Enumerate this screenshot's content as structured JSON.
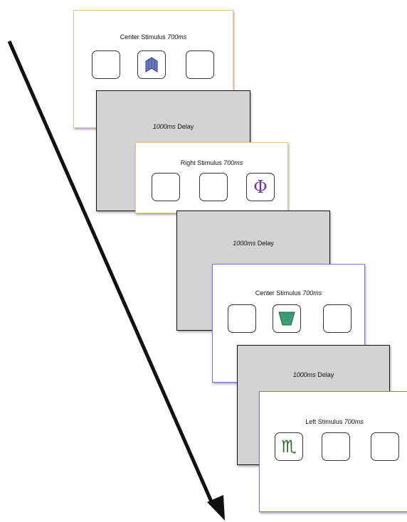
{
  "colors": {
    "orange_frame": "#e8c98a",
    "purple_frame": "#8a70c8",
    "delay_fill": "#d3d3d3",
    "arrow": "#111111",
    "chevron_fill": "#6d7ac2",
    "trapezoid_fill": "#3fa07a",
    "phi_color": "#6b3a9e",
    "scorpio_color": "#2e6b2a"
  },
  "frames": [
    {
      "type": "stimulus",
      "label": "Center Stimulus",
      "timing": "700ms",
      "active_position": "center",
      "symbol_icon": "chevron-shape-icon"
    },
    {
      "type": "delay",
      "timing": "1000ms",
      "label": "Delay"
    },
    {
      "type": "stimulus",
      "label": "Right Stimulus",
      "timing": "700ms",
      "active_position": "right",
      "symbol_icon": "phi-symbol-icon",
      "symbol": "Φ"
    },
    {
      "type": "delay",
      "timing": "1000ms",
      "label": "Delay"
    },
    {
      "type": "stimulus",
      "label": "Center Stimulus",
      "timing": "700ms",
      "active_position": "center",
      "symbol_icon": "trapezoid-shape-icon"
    },
    {
      "type": "delay",
      "timing": "1000ms",
      "label": "Delay"
    },
    {
      "type": "stimulus",
      "label": "Left Stimulus",
      "timing": "700ms",
      "active_position": "left",
      "symbol_icon": "scorpio-symbol-icon",
      "symbol": "♏"
    }
  ]
}
